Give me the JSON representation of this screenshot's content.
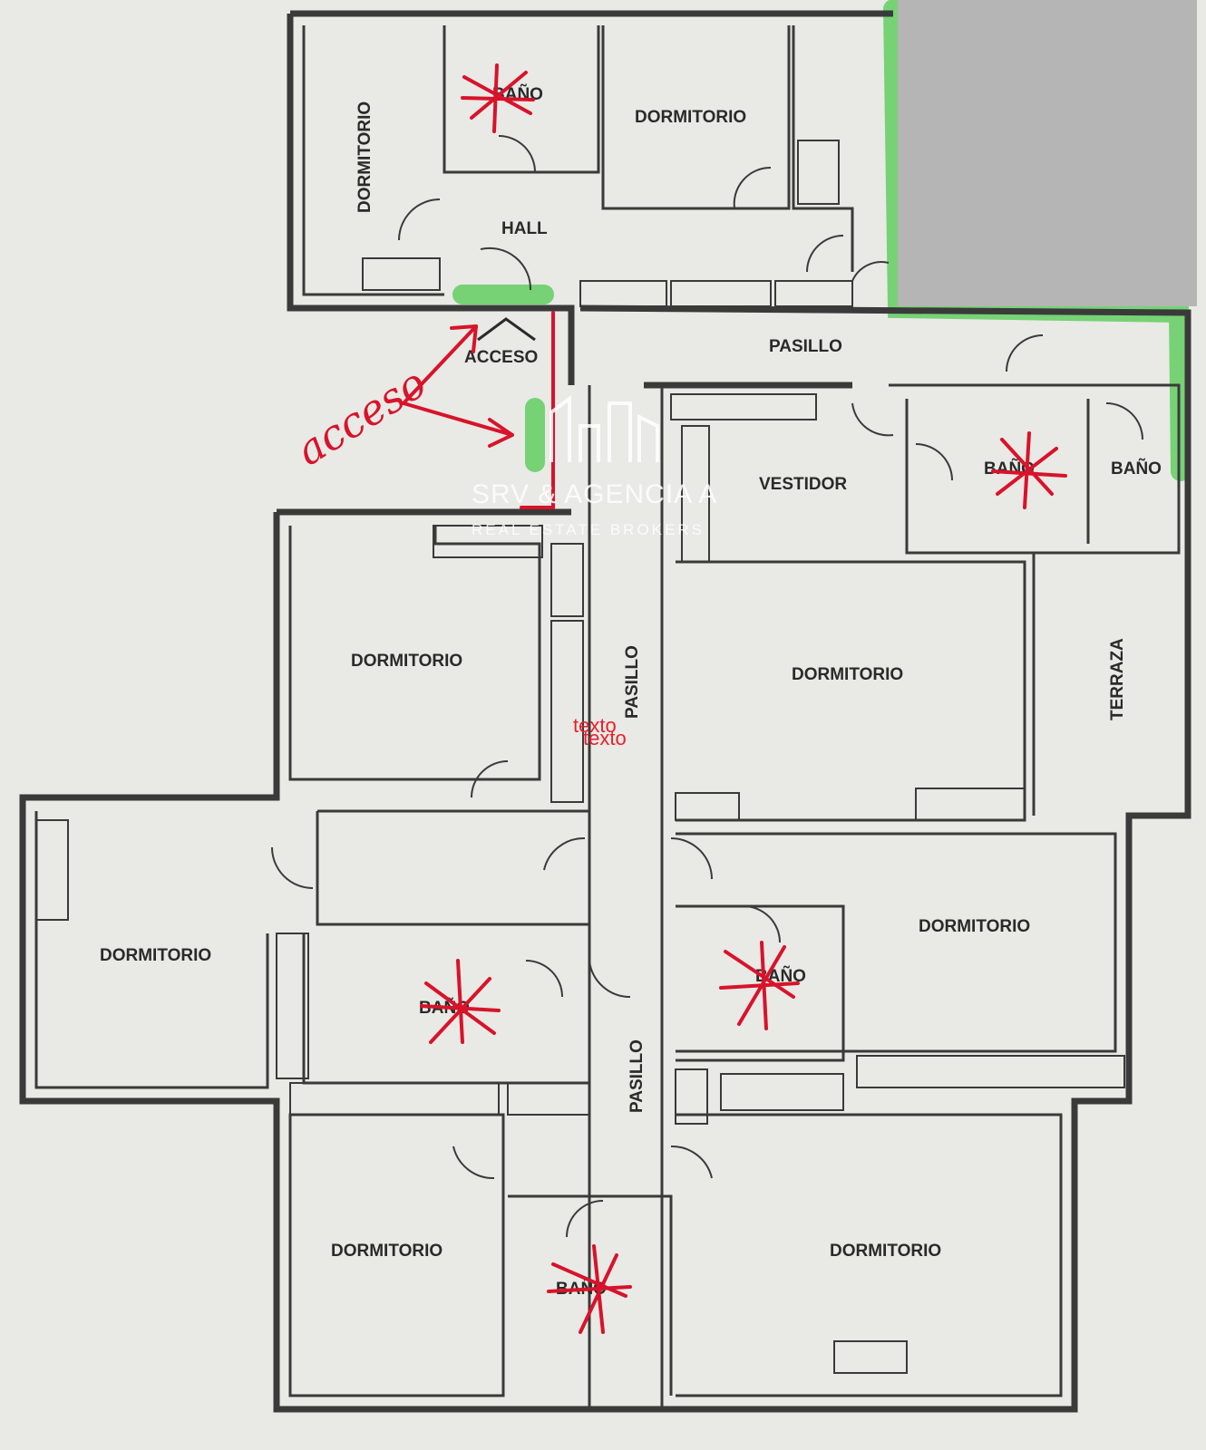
{
  "rooms": {
    "dormitorio_1": "DORMITORIO",
    "bano_1": "BAÑO",
    "dormitorio_2": "DORMITORIO",
    "hall": "HALL",
    "acceso": "ACCESO",
    "pasillo_1": "PASILLO",
    "vestidor": "VESTIDOR",
    "bano_2": "BAÑO",
    "bano_3": "BAÑO",
    "dormitorio_3": "DORMITORIO",
    "pasillo_2": "PASILLO",
    "dormitorio_4": "DORMITORIO",
    "terraza": "TERRAZA",
    "dormitorio_5": "DORMITORIO",
    "dormitorio_6": "DORMITORIO",
    "bano_4": "BAÑO",
    "bano_5": "BAÑO",
    "pasillo_3": "PASILLO",
    "dormitorio_7": "DORMITORIO",
    "bano_6": "BAÑO",
    "dormitorio_8": "DORMITORIO"
  },
  "annotations": {
    "handwritten": "acceso",
    "texto_1": "texto",
    "texto_2": "texto"
  },
  "watermark": {
    "brand": "SRV & AGENCIA A",
    "tagline": "REAL ESTATE BROKERS"
  },
  "colors": {
    "paper": "#e9e9e6",
    "wall": "#3a3a3a",
    "red_marker": "#d8132a",
    "green_marker": "#4fc94f",
    "redaction": "#b5b5b5"
  }
}
